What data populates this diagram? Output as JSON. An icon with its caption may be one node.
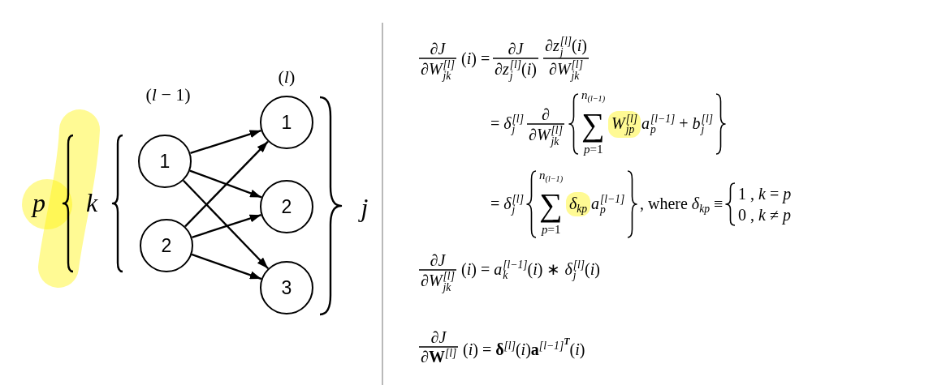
{
  "diagram": {
    "nodes": [
      {
        "text": [
          "1"
        ]
      },
      {
        "text": [
          "2"
        ]
      },
      {
        "text": [
          "1"
        ]
      },
      {
        "text": [
          "2"
        ]
      },
      {
        "text": [
          "3"
        ]
      }
    ],
    "edges": [
      {
        "from": 0,
        "to": 2,
        "arrow": "to"
      },
      {
        "from": 0,
        "to": 3,
        "arrow": "to"
      },
      {
        "from": 0,
        "to": 4,
        "arrow": "to"
      },
      {
        "from": 1,
        "to": 2,
        "arrow": "to"
      },
      {
        "from": 1,
        "to": 3,
        "arrow": "to"
      },
      {
        "from": 1,
        "to": 4,
        "arrow": "to"
      }
    ],
    "labels": [
      "(*l*)",
      "(*l* − 1)",
      "p",
      "k",
      "j",
      "∂*J*",
      "∂*W*$^{[l]}$$_{jk}$",
      "(*i*) =",
      "∂*J*",
      "∂*z*$^{[l]}$$_{j}$(*i*)",
      "∂*z*$^{[l]}$$_{j}$(*i*)",
      "∂*W*$^{[l]}$$_{jk}$",
      "= *δ*$^{[l]}$$_{j}$",
      "∂",
      "∂*W*$^{[l]}$$_{jk}$",
      "*n*$_{(l−1)}$",
      "∑",
      "*p*=1",
      "*W*$^{[l]}$$_{jp}$",
      "*a*$^{[l−1]}$$_{p}$ + *b*$^{[l]}$$_{j}$",
      "= *δ*$^{[l]}$$_{j}$",
      "*n*$_{(l−1)}$",
      "∑",
      "*p*=1",
      "*δ*$_{kp}$",
      "*a*$^{[l−1]}$$_{p}$",
      ", where *δ*$_{kp}$ ≡",
      "1 , *k* = *p*",
      "0 , *k* ≠ *p*",
      "∂*J*",
      "∂*W*$^{[l]}$$_{jk}$",
      "(*i*) = *a*$^{[l−1]}$$_{k}$(*i*) ∗ *δ*$^{[l]}$$_{j}$(*i*)",
      "∂*J*",
      "∂**W**$^{[l]}$",
      "(*i*) = **δ**$^{[l]}$(*i*)**a**$^{[l−1]}$$^{T}$(*i*)"
    ]
  }
}
